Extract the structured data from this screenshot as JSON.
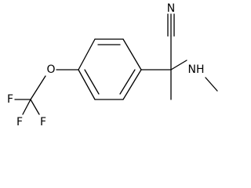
{
  "atoms": {
    "N_nitrile": "N",
    "NH": "NH",
    "O": "O",
    "F_left": "F",
    "F_bottom_left": "F",
    "F_bottom_right": "F"
  },
  "colors": {
    "bond": "#000000",
    "text": "#000000",
    "background": "#ffffff"
  }
}
